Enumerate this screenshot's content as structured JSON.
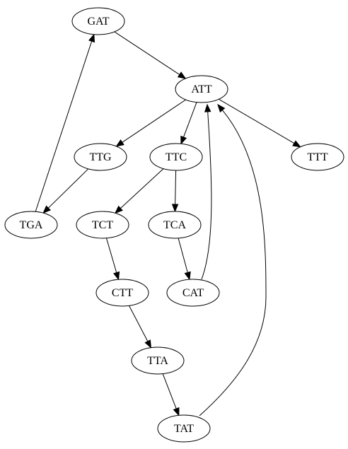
{
  "nodes": [
    {
      "id": "GAT",
      "label": "GAT"
    },
    {
      "id": "ATT",
      "label": "ATT"
    },
    {
      "id": "TTG",
      "label": "TTG"
    },
    {
      "id": "TTC",
      "label": "TTC"
    },
    {
      "id": "TTT",
      "label": "TTT"
    },
    {
      "id": "TGA",
      "label": "TGA"
    },
    {
      "id": "TCT",
      "label": "TCT"
    },
    {
      "id": "TCA",
      "label": "TCA"
    },
    {
      "id": "CTT",
      "label": "CTT"
    },
    {
      "id": "CAT",
      "label": "CAT"
    },
    {
      "id": "TTA",
      "label": "TTA"
    },
    {
      "id": "TAT",
      "label": "TAT"
    }
  ],
  "edges": [
    {
      "from": "GAT",
      "to": "ATT"
    },
    {
      "from": "ATT",
      "to": "TTG"
    },
    {
      "from": "ATT",
      "to": "TTC"
    },
    {
      "from": "ATT",
      "to": "TTT"
    },
    {
      "from": "TTG",
      "to": "TGA"
    },
    {
      "from": "TGA",
      "to": "GAT"
    },
    {
      "from": "TTC",
      "to": "TCT"
    },
    {
      "from": "TTC",
      "to": "TCA"
    },
    {
      "from": "TCA",
      "to": "CAT"
    },
    {
      "from": "CAT",
      "to": "ATT"
    },
    {
      "from": "TCT",
      "to": "CTT"
    },
    {
      "from": "CTT",
      "to": "TTA"
    },
    {
      "from": "TTA",
      "to": "TAT"
    },
    {
      "from": "TAT",
      "to": "ATT"
    }
  ],
  "colors": {
    "stroke": "#000000",
    "fill": "#ffffff",
    "background": "#ffffff"
  }
}
